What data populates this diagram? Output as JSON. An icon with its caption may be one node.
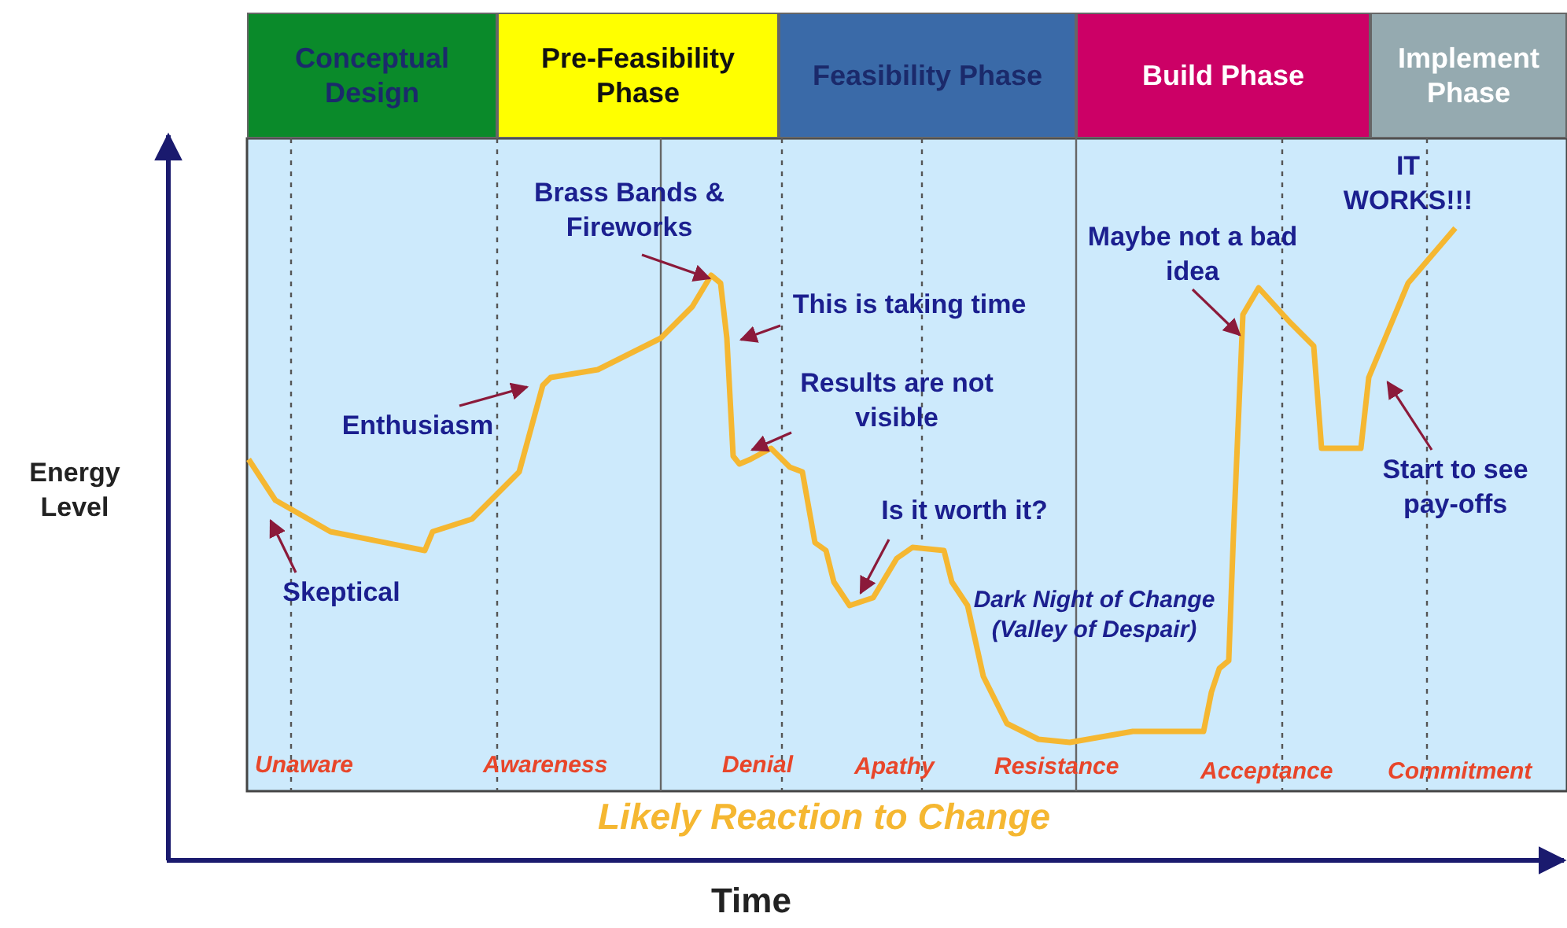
{
  "diagram": {
    "nodes": [
      {
        "text": [
          "Conceptual Design"
        ]
      },
      {
        "text": [
          "Pre-Feasibility Phase"
        ]
      },
      {
        "text": [
          "Feasibility Phase"
        ]
      },
      {
        "text": [
          "Build Phase"
        ]
      },
      {
        "text": [
          "Implement Phase"
        ]
      },
      {
        "text": [
          "Brass Bands & Fireworks"
        ]
      },
      {
        "text": [
          "Maybe not a bad idea"
        ]
      },
      {
        "text": [
          "This is taking time"
        ]
      },
      {
        "text": [
          "Enthusiasm"
        ]
      },
      {
        "text": [
          "Results are not visible"
        ]
      },
      {
        "text": [
          "Is it worth it?"
        ]
      },
      {
        "text": [
          "Start to see pay-offs"
        ]
      },
      {
        "text": [
          "Skeptical"
        ]
      }
    ],
    "edges": [
      {
        "from": 5,
        "to": null,
        "arrow": "to"
      },
      {
        "from": 6,
        "to": null,
        "arrow": "to"
      },
      {
        "from": 7,
        "to": null,
        "arrow": "to"
      },
      {
        "from": 8,
        "to": null,
        "arrow": "to"
      },
      {
        "from": 9,
        "to": null,
        "arrow": "to"
      },
      {
        "from": 10,
        "to": null,
        "arrow": "to"
      },
      {
        "from": 11,
        "to": null,
        "arrow": "to"
      },
      {
        "from": 12,
        "to": null,
        "arrow": "to"
      }
    ],
    "labels": [
      "IT WORKS!!!",
      "Energy Level",
      "Dark Night of Change (Valley of Despair)",
      "Unaware",
      "Awareness",
      "Denial",
      "Apathy",
      "Resistance",
      "Acceptance",
      "Commitment",
      "Likely Reaction to Change",
      "Time"
    ]
  }
}
